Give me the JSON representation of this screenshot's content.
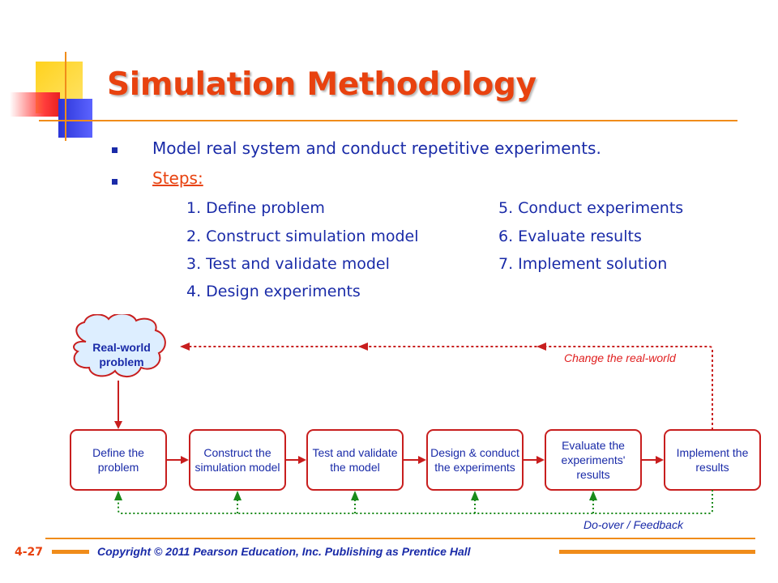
{
  "title": "Simulation Methodology",
  "bullets": [
    "Model real system and conduct repetitive experiments.",
    "Steps:"
  ],
  "steps_col1": [
    "1. Define problem",
    "2. Construct simulation model",
    "3. Test and validate model",
    "4. Design experiments"
  ],
  "steps_col2": [
    "5. Conduct experiments",
    "6. Evaluate results",
    "7. Implement solution"
  ],
  "diagram": {
    "cloud": "Real-world problem",
    "boxes": [
      "Define the problem",
      "Construct the simulation model",
      "Test and validate the model",
      "Design & conduct the experiments",
      "Evaluate the experiments' results",
      "Implement the results"
    ],
    "change_label": "Change the real-world",
    "feedback_label": "Do-over / Feedback"
  },
  "footer": {
    "slide_number": "4-27",
    "copyright": "Copyright © 2011 Pearson Education, Inc. Publishing as Prentice Hall"
  },
  "colors": {
    "title": "#e8420f",
    "text": "#1a2ba8",
    "accent_line": "#f08c1a",
    "box_border": "#c81e1e",
    "feedback_arrow": "#1a8a1a"
  }
}
